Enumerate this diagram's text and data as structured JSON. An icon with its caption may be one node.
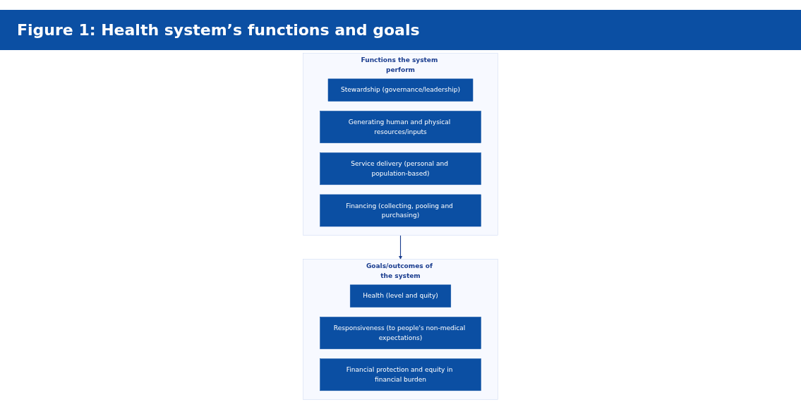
{
  "diagram": {
    "title": "Figure 1: Health system’s functions and goals",
    "nodes": [
      {
        "text": [
          "Functions the system perform"
        ]
      },
      {
        "text": [
          "Stewardship (governance/leadership)"
        ],
        "in": 0
      },
      {
        "text": [
          "Generating human and physical resources/inputs"
        ],
        "in": 0
      },
      {
        "text": [
          "Service delivery (personal and population-based)"
        ],
        "in": 0
      },
      {
        "text": [
          "Financing (collecting, pooling and purchasing)"
        ],
        "in": 0
      },
      {
        "text": [
          "Goals/outcomes of the system"
        ]
      },
      {
        "text": [
          "Health (level and quity)"
        ],
        "in": 5
      },
      {
        "text": [
          "Responsiveness (to people's non-medical expectations)"
        ],
        "in": 5
      },
      {
        "text": [
          "Financial protection and equity in financial burden"
        ],
        "in": 5
      }
    ],
    "edges": [
      {
        "from": 0,
        "to": 5,
        "arrow": "to"
      }
    ]
  }
}
